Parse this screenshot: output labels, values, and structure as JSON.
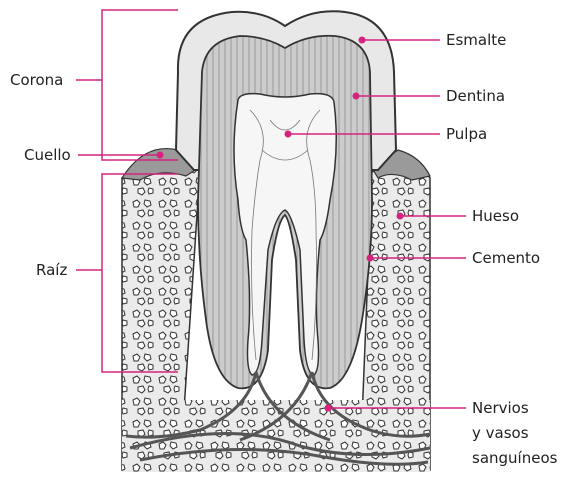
{
  "diagram": {
    "labels": {
      "corona": "Corona",
      "cuello": "Cuello",
      "raiz": "Raíz",
      "esmalte": "Esmalte",
      "dentina": "Dentina",
      "pulpa": "Pulpa",
      "hueso": "Hueso",
      "cemento": "Cemento",
      "nervios_line1": "Nervios",
      "nervios_line2": "y vasos",
      "nervios_line3": "sanguíneos"
    },
    "colors": {
      "leader": "#d6237f",
      "outline": "#333333",
      "enamel": "#e8e8e8",
      "dentin": "#c9c9c9",
      "pulp": "#f6f6f6",
      "bone": "#ebebeb",
      "gum": "#9a9a9a",
      "text": "#222222"
    }
  }
}
